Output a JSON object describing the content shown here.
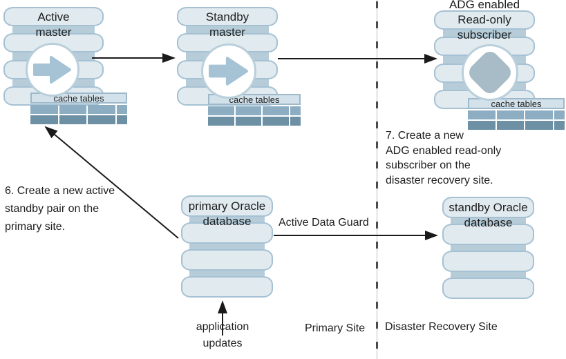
{
  "nodes": {
    "active_master": {
      "lines": [
        "Active",
        "master"
      ],
      "cache_label": "cache tables"
    },
    "standby_master": {
      "lines": [
        "Standby",
        "master"
      ],
      "cache_label": "cache tables"
    },
    "adg_subscriber": {
      "lines": [
        "ADG enabled",
        "Read-only",
        "subscriber"
      ],
      "cache_label": "cache tables"
    },
    "primary_oracle": {
      "lines": [
        "primary Oracle",
        "database"
      ]
    },
    "standby_oracle": {
      "lines": [
        "standby Oracle",
        "database"
      ]
    }
  },
  "annotations": {
    "step6_lines": [
      "6. Create a new active",
      "standby pair on the",
      "primary site."
    ],
    "step7_lines": [
      "7. Create a new",
      "ADG enabled read-only",
      "subscriber on the",
      "disaster recovery site."
    ],
    "adg_link_label": "Active Data Guard",
    "app_updates_lines": [
      "application",
      "updates"
    ],
    "primary_site_label": "Primary Site",
    "dr_site_label": "Disaster Recovery Site"
  },
  "icons": {
    "master_icon": "right-arrow",
    "subscriber_icon": "diamond"
  },
  "colors": {
    "segment_fill": "#e0eaef",
    "segment_border": "#a5c1d3",
    "band_fill": "#b6cdd9",
    "cache_header_fill": "#d2e1ea",
    "cache_row1": "#8cadc2",
    "cache_row2": "#6d90a5",
    "icon_fill": "#a6c3d5",
    "connector": "#1a1a1a"
  }
}
